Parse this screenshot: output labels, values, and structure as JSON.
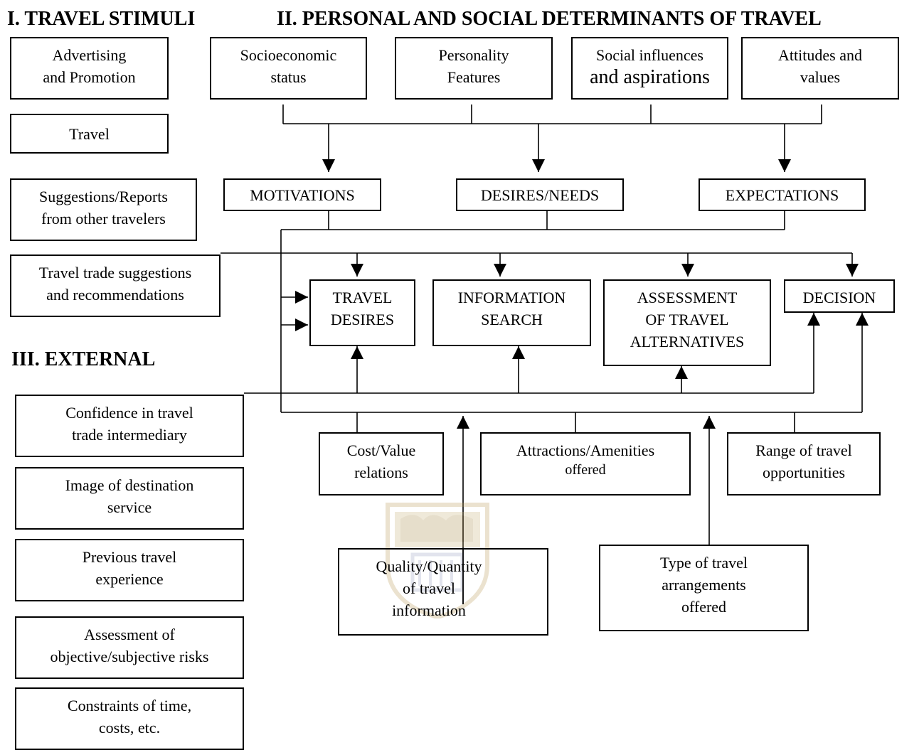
{
  "headings": {
    "stimuli": "I.  TRAVEL STIMULI",
    "determinants": "II.  PERSONAL AND SOCIAL DETERMINANTS OF TRAVEL",
    "external": "III.  EXTERNAL"
  },
  "stimuli": [
    [
      "Advertising",
      "and Promotion"
    ],
    [
      "Travel"
    ],
    [
      "Suggestions/Reports",
      "from other travelers"
    ],
    [
      "Travel trade suggestions",
      "and recommendations"
    ]
  ],
  "determinants": [
    [
      "Socioeconomic",
      "status"
    ],
    [
      "Personality",
      "Features"
    ],
    [
      "Social influences",
      "and aspirations"
    ],
    [
      "Attitudes and",
      "values"
    ]
  ],
  "drivers": [
    "MOTIVATIONS",
    "DESIRES/NEEDS",
    "EXPECTATIONS"
  ],
  "stages": [
    [
      "TRAVEL",
      "DESIRES"
    ],
    [
      "INFORMATION",
      "SEARCH"
    ],
    [
      "ASSESSMENT",
      "OF TRAVEL",
      "ALTERNATIVES"
    ],
    [
      "DECISION"
    ]
  ],
  "external": [
    [
      "Confidence in travel",
      "trade intermediary"
    ],
    [
      "Image of destination",
      "service"
    ],
    [
      "Previous travel",
      "experience"
    ],
    [
      "Assessment of",
      "objective/subjective risks"
    ],
    [
      "Constraints of time,",
      "costs, etc."
    ]
  ],
  "factors": {
    "cost": [
      "Cost/Value",
      "relations"
    ],
    "attractions": [
      "Attractions/Amenities",
      "offered"
    ],
    "range": [
      "Range of travel",
      "opportunities"
    ],
    "quality": [
      "Quality/Quantity",
      "of travel",
      "information"
    ],
    "type": [
      "Type of travel",
      "arrangements",
      "offered"
    ]
  },
  "colors": {
    "line": "#000000",
    "crest": "#b89a55"
  }
}
